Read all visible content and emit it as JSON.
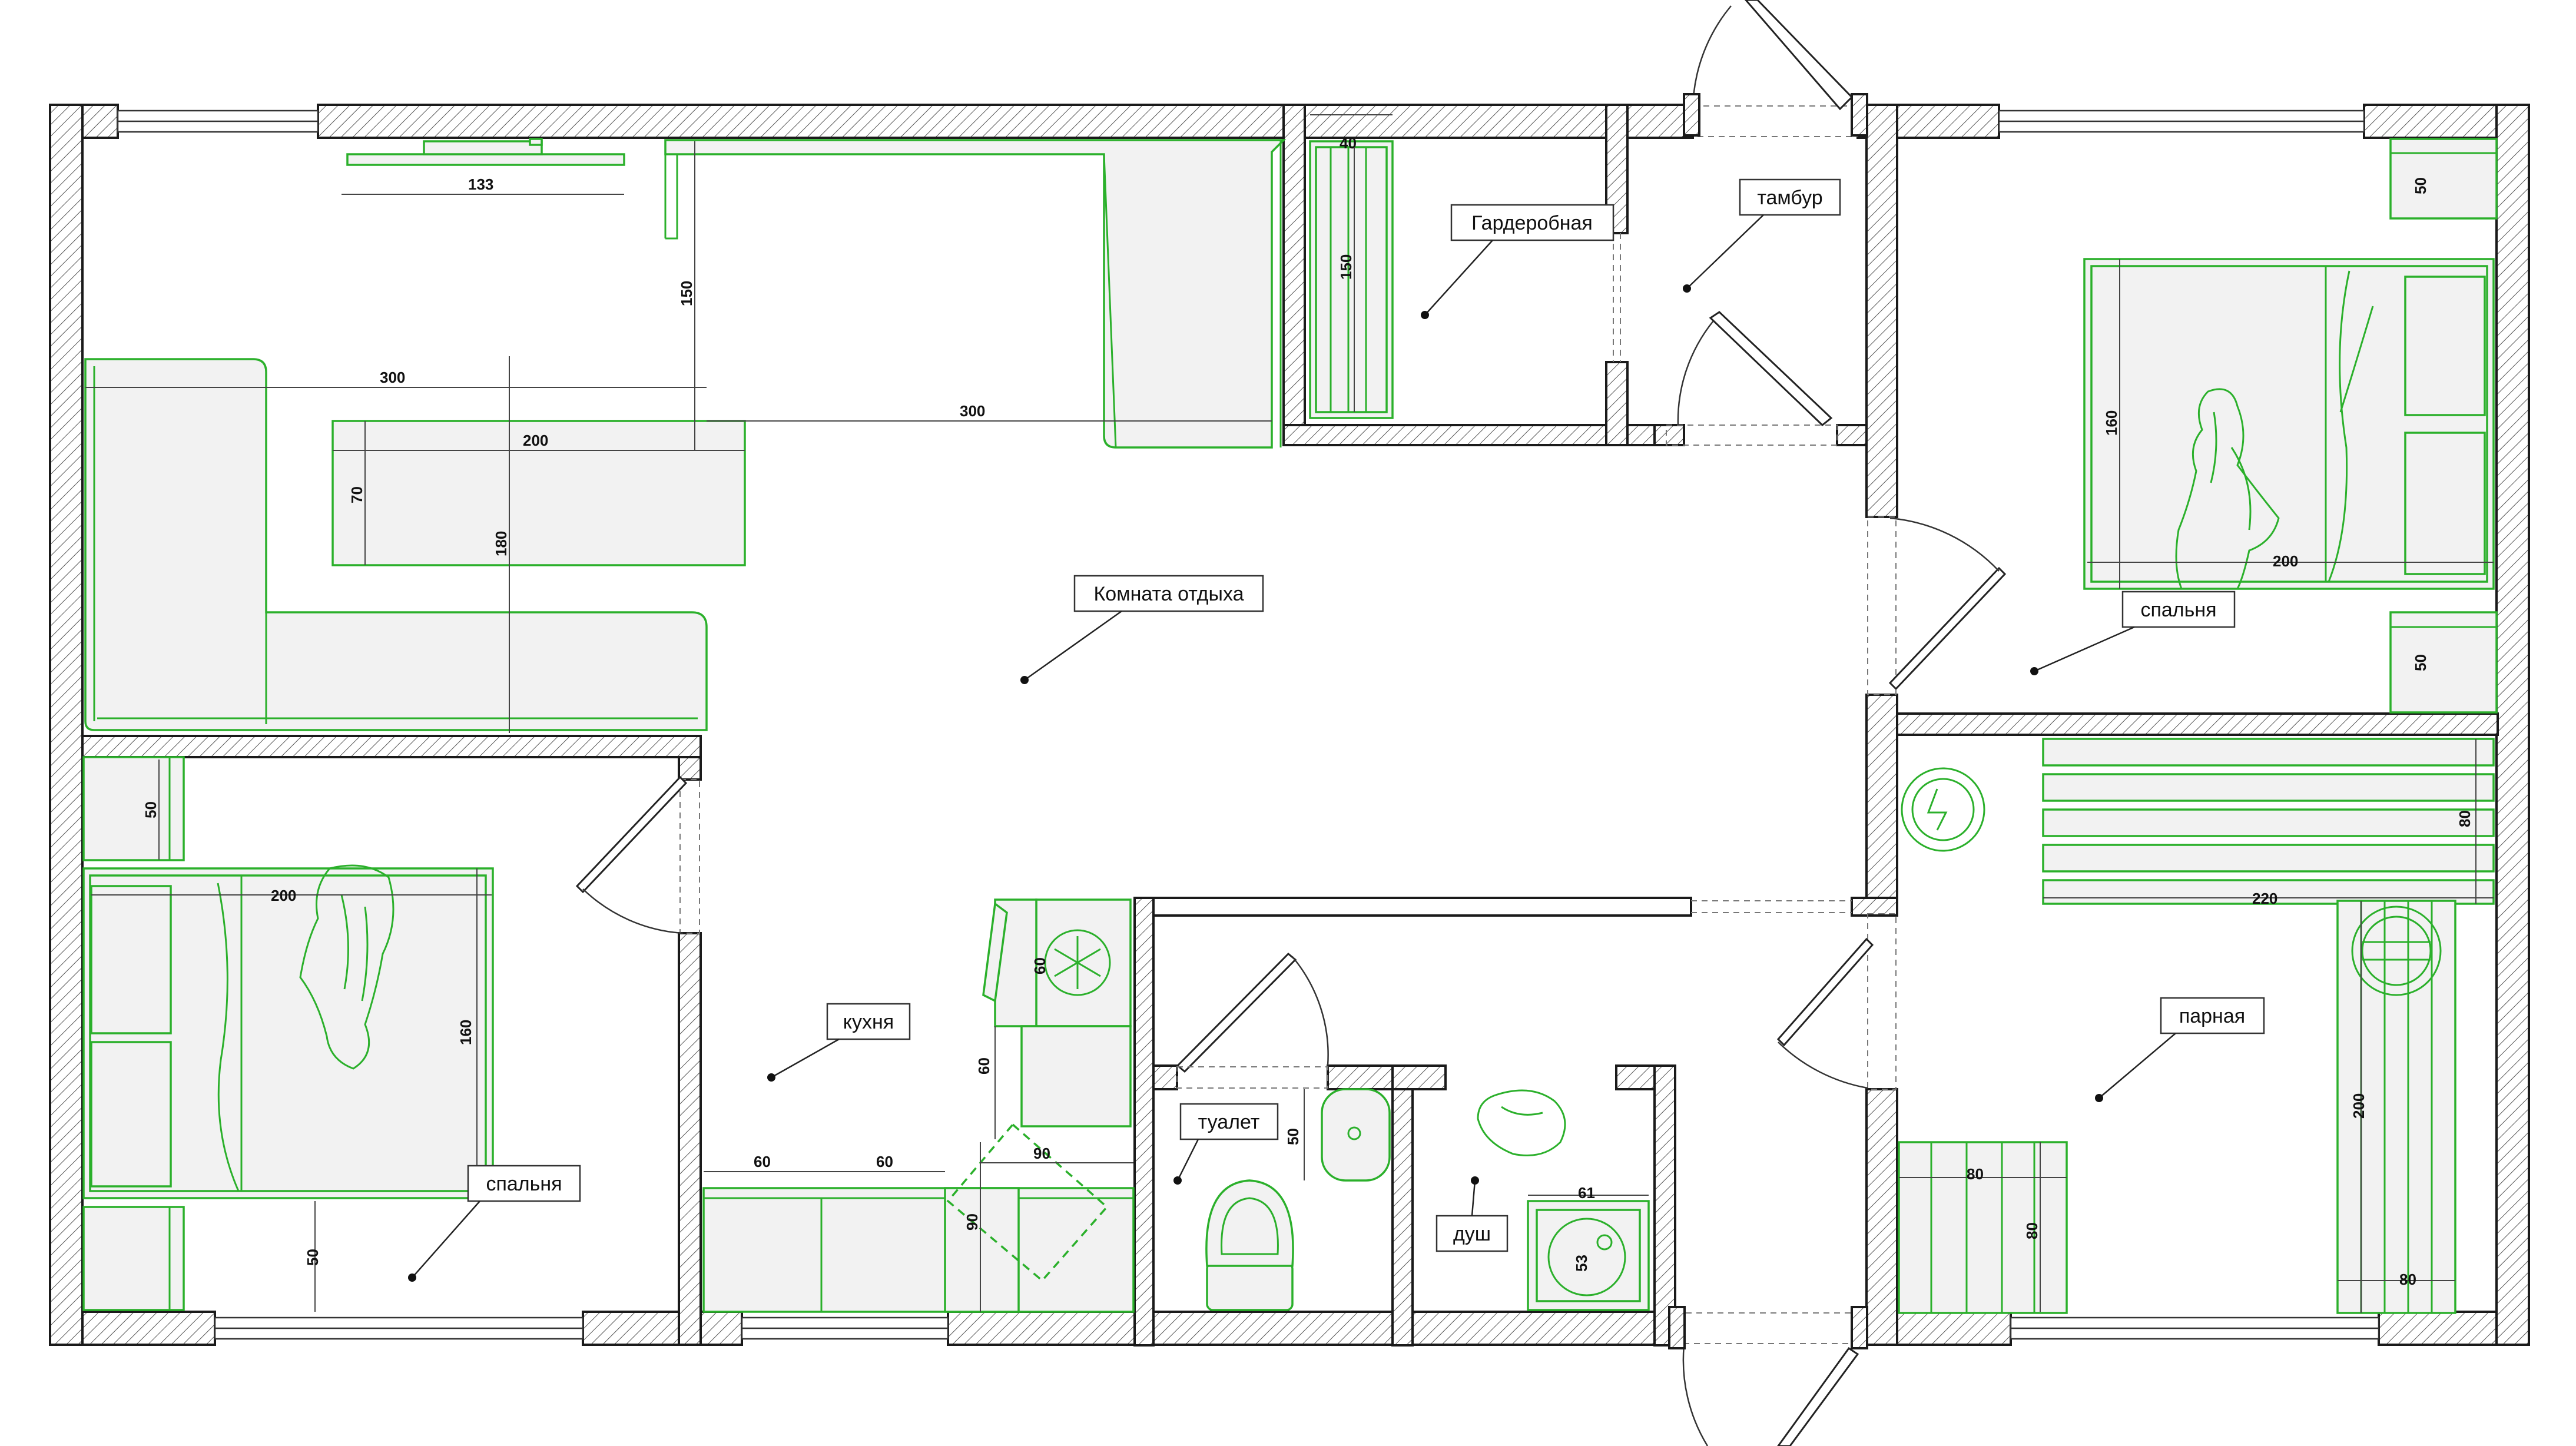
{
  "rooms": {
    "living": "Комната отдыха",
    "wardrobe": "Гардеробная",
    "vestibule": "тамбур",
    "bedroom_right": "спальня",
    "bedroom_left": "спальня",
    "kitchen": "кухня",
    "toilet": "туалет",
    "shower": "душ",
    "steam_room": "парная"
  },
  "dimensions": {
    "tv_width": "133",
    "sofa_depth": "150",
    "sofa_length_left": "300",
    "sofa_length_right": "300",
    "table_width": "200",
    "table_depth": "70",
    "corner_sofa_depth": "180",
    "wardrobe_width": "40",
    "wardrobe_depth": "150",
    "bed_right_length": "200",
    "bed_right_width": "160",
    "nightstand_right_top": "50",
    "nightstand_right_bottom": "50",
    "nightstand_left_top": "50",
    "nightstand_left_bottom": "50",
    "bed_left_length": "200",
    "bed_left_width": "160",
    "fridge": "60",
    "kitchen_counter_side": "60",
    "kitchen_module_1": "60",
    "kitchen_module_2": "60",
    "kitchen_corner_w": "90",
    "kitchen_corner_h": "90",
    "sink_depth": "50",
    "shower_width": "61",
    "shower_drain": "53",
    "bench_depth": "80",
    "bench_length": "220",
    "bench_side_length": "200",
    "bench_side_width": "80",
    "tub_width": "80",
    "tub_depth": "80"
  },
  "colors": {
    "furniture": "#2bb02b",
    "walls": "#1a1a1a"
  },
  "icons": [
    "snowflake-icon",
    "heater-stove-icon",
    "bucket-icon"
  ]
}
